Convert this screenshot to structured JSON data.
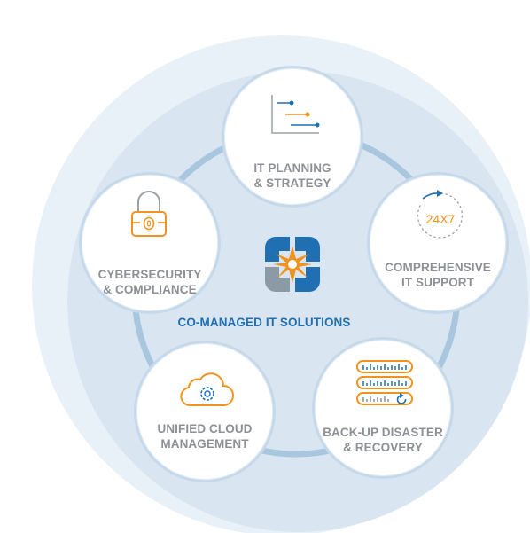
{
  "hub": {
    "title": "CO-MANAGED IT SOLUTIONS",
    "logo_icon": "co-managed-logo-icon"
  },
  "nodes": [
    {
      "id": "planning",
      "icon": "timeline-chart-icon",
      "lines": [
        "IT PLANNING",
        "& STRATEGY"
      ]
    },
    {
      "id": "support",
      "icon": "clock-24x7-icon",
      "icon_text": "24X7",
      "lines": [
        "COMPREHENSIVE",
        "IT SUPPORT"
      ]
    },
    {
      "id": "backup",
      "icon": "server-stack-icon",
      "lines": [
        "BACK-UP DISASTER",
        "& RECOVERY"
      ]
    },
    {
      "id": "cloud",
      "icon": "cloud-gear-icon",
      "lines": [
        "UNIFIED CLOUD",
        "MANAGEMENT"
      ]
    },
    {
      "id": "security",
      "icon": "padlock-icon",
      "lines": [
        "CYBERSECURITY",
        "& COMPLIANCE"
      ]
    }
  ],
  "colors": {
    "outer_disc": "#e9f1f8",
    "inner_disc": "#dae7f3",
    "ring": "#a9c6df",
    "node_border": "#c5d9ea",
    "label_gray": "#8d9196",
    "hub_blue": "#1f6fb2",
    "accent_orange": "#f0931e",
    "logo_blue": "#1f6fb2",
    "logo_gray": "#8c9aa6"
  }
}
